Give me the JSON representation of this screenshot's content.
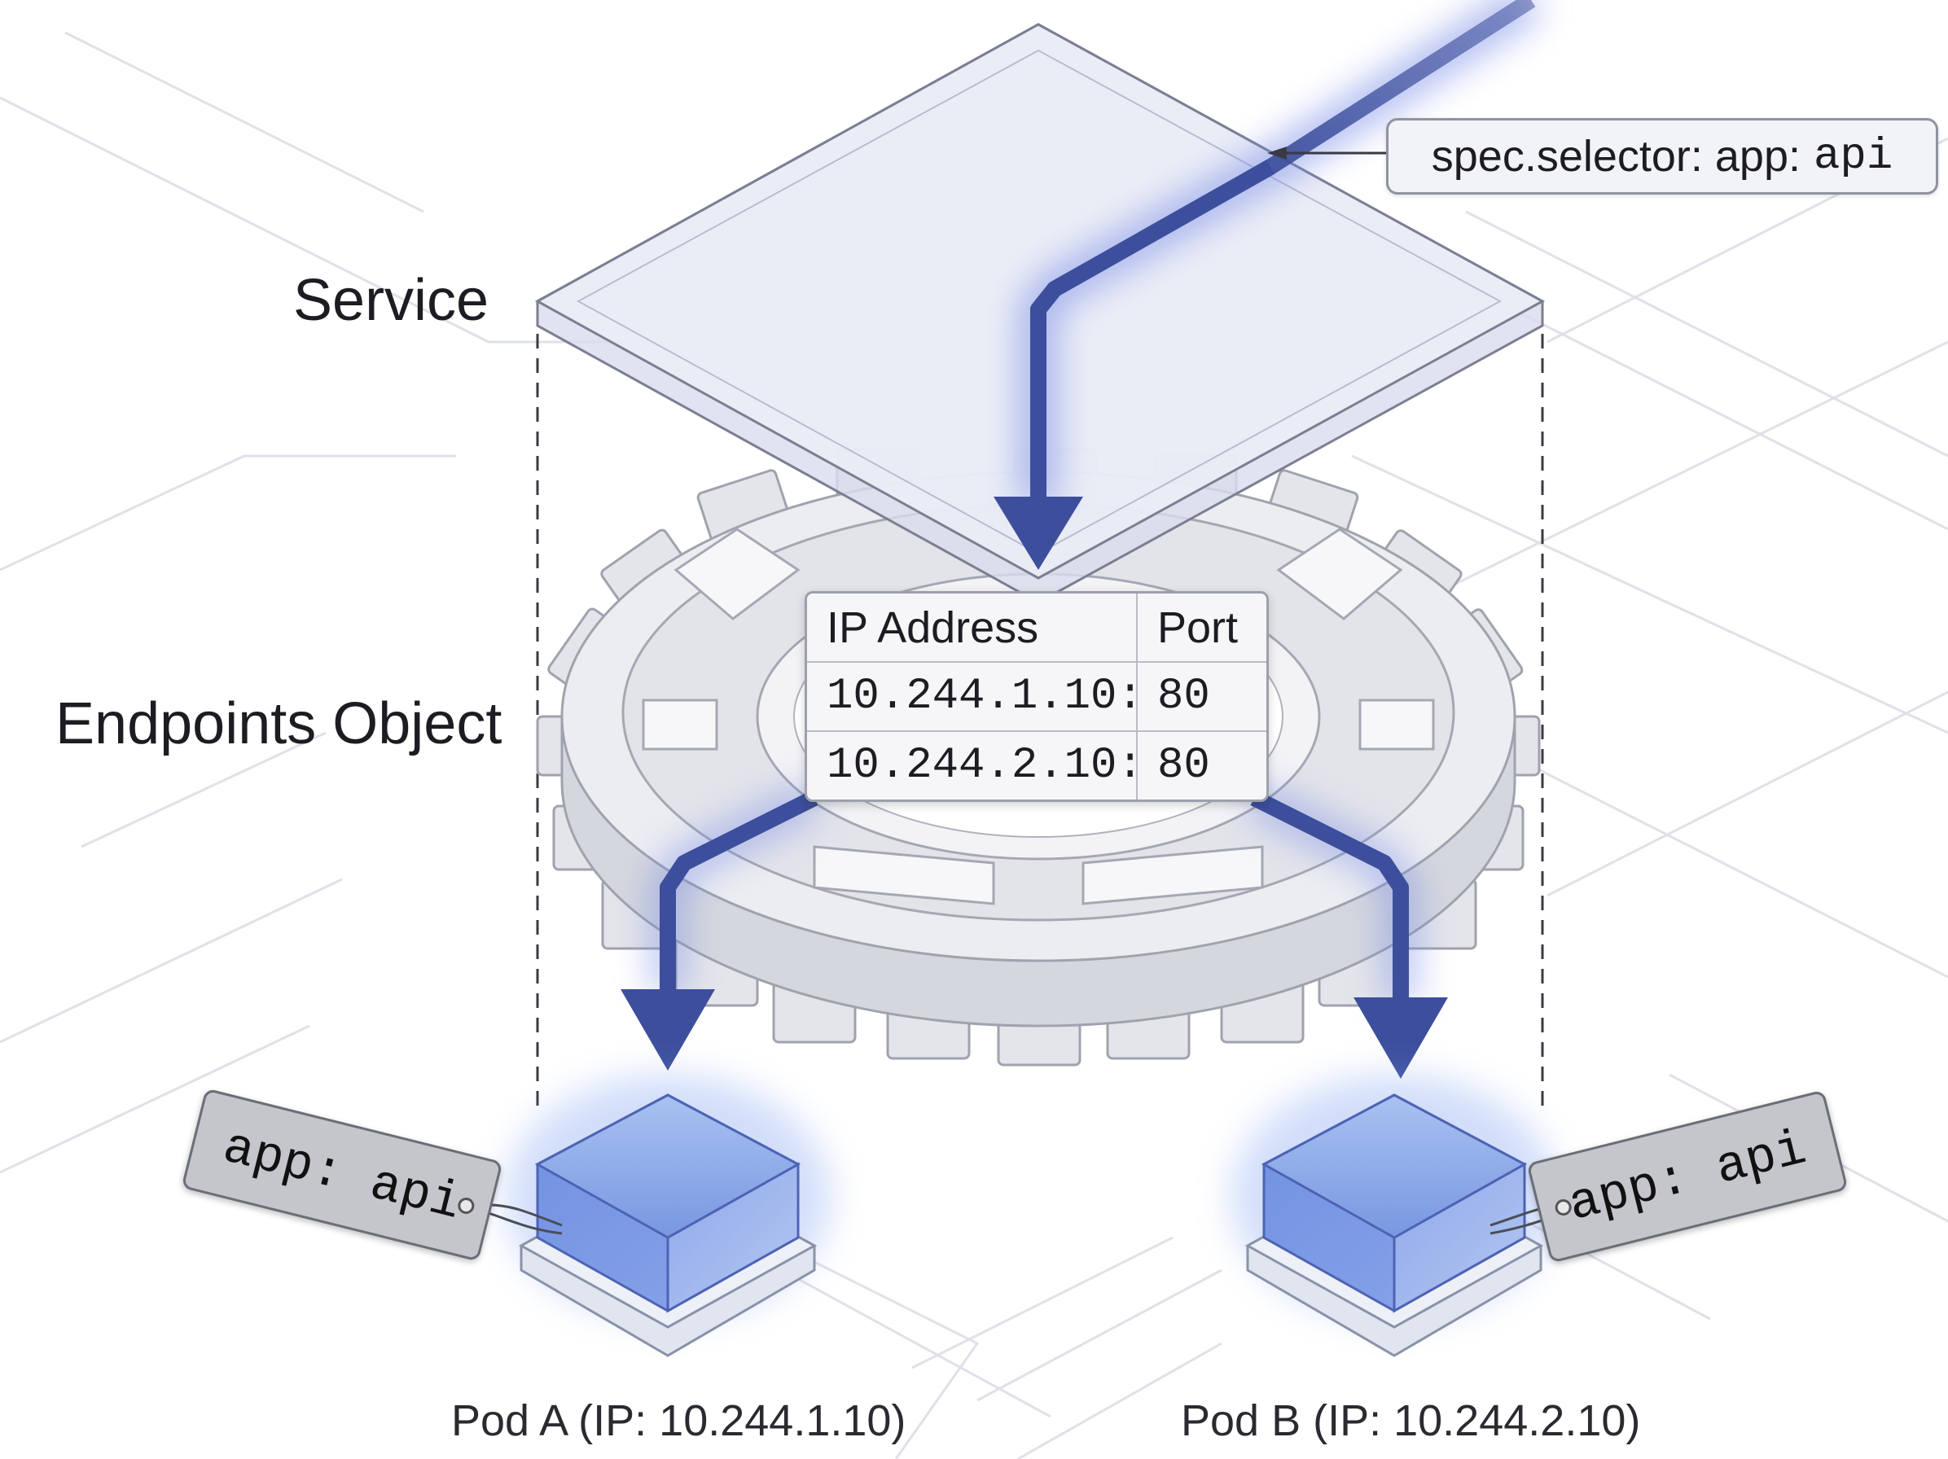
{
  "labels": {
    "service": "Service",
    "endpoints": "Endpoints Object",
    "pod_a": "Pod A (IP: 10.244.1.10)",
    "pod_b": "Pod B (IP: 10.244.2.10)"
  },
  "selector": {
    "prefix": "spec.selector: app:",
    "value": "api"
  },
  "endpoints_table": {
    "headers": [
      "IP Address",
      "Port"
    ],
    "rows": [
      [
        "10.244.1.10:",
        "80"
      ],
      [
        "10.244.2.10:",
        "80"
      ]
    ]
  },
  "pod_tags": {
    "left": "app: api",
    "right": "app: api"
  },
  "colors": {
    "arrow": "#3d4f9c",
    "pod_top": "#8fb0ee",
    "service_plane": "#e7e9f5",
    "gear": "#e6e7ec"
  }
}
